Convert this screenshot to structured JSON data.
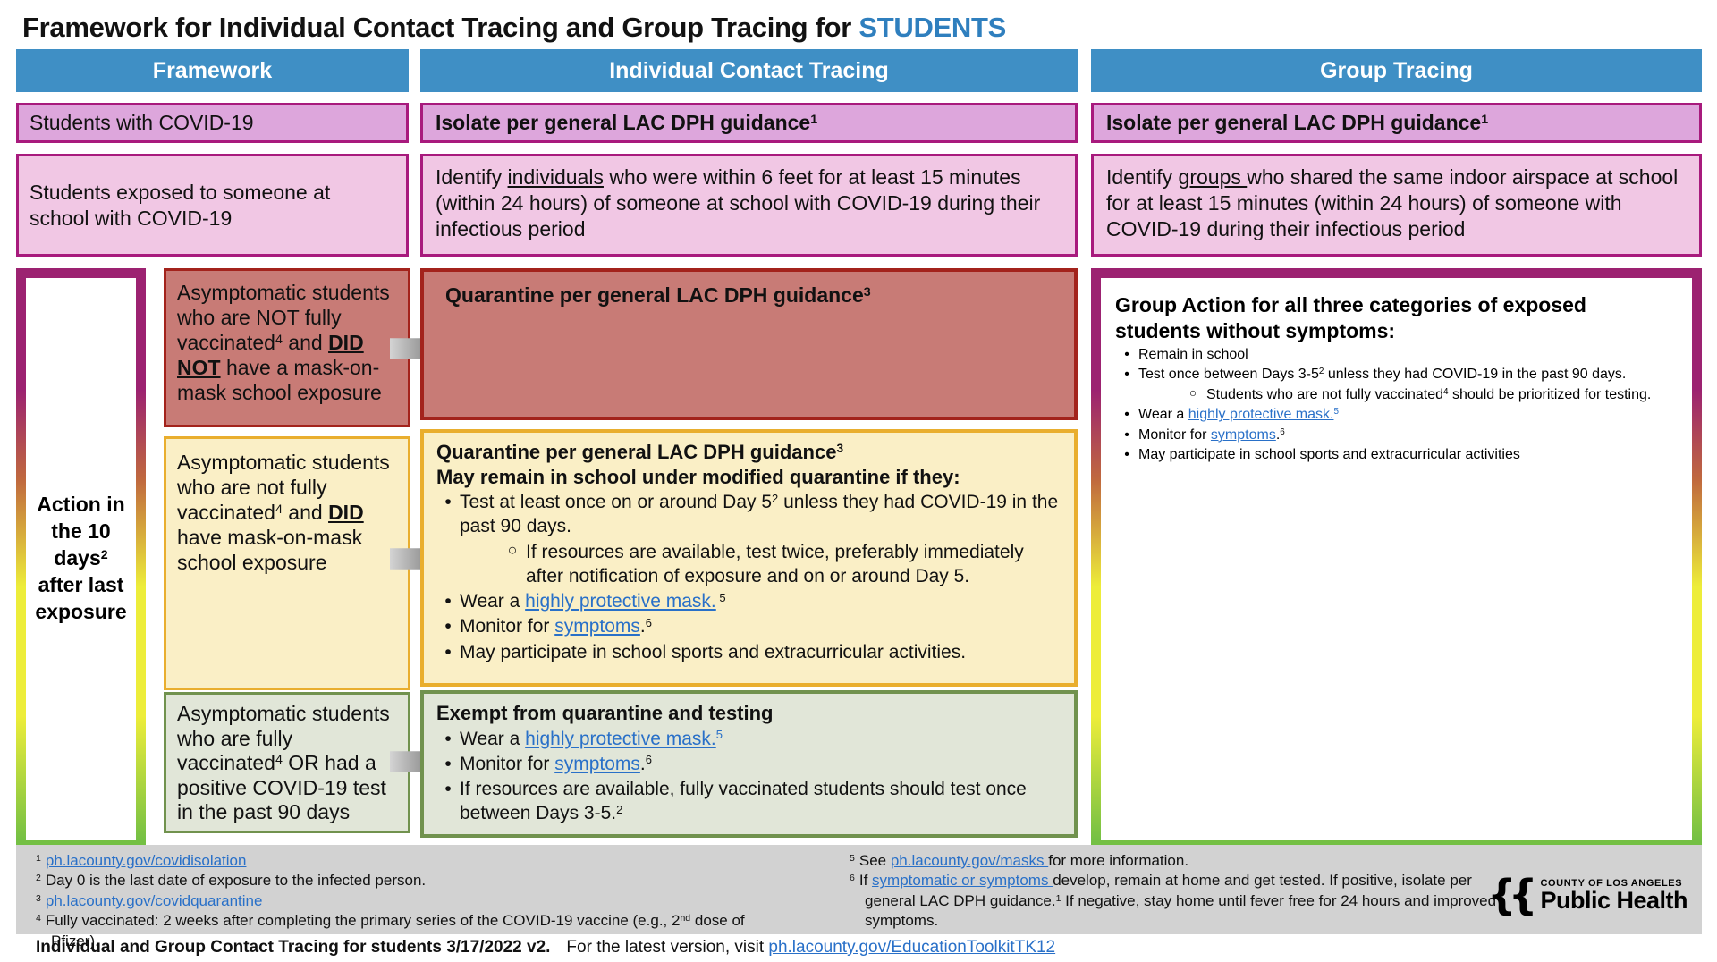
{
  "colors": {
    "header_blue": "#3F8FC5",
    "title_highlight_blue": "#2F7FBE",
    "magenta_border": "#A81A7D",
    "purple_fill": "#DDA6DC",
    "pink_fill": "#F1C7E4",
    "red_border": "#A3231C",
    "red_fill": "#C87B76",
    "yellow_border": "#E9AE2E",
    "yellow_fill": "#FAEFC6",
    "green_border": "#71924E",
    "green_fill": "#E1E6D8",
    "link_blue": "#2970C8",
    "footer_gray": "#D2D2D2",
    "gradient_frame": [
      "#9C2271",
      "#C0693E",
      "#EDED3A",
      "#74C044"
    ]
  },
  "title": {
    "prefix": "Framework for Individual Contact Tracing and Group Tracing for ",
    "highlight": "STUDENTS"
  },
  "headers": {
    "framework": "Framework",
    "individual": "Individual Contact Tracing",
    "group": "Group Tracing"
  },
  "isolate_row": {
    "framework": "Students with COVID-19",
    "individual": [
      {
        "t": "Isolate per general LAC DPH guidance",
        "s": "b"
      },
      {
        "t": "1",
        "s": "bsup"
      }
    ],
    "group": [
      {
        "t": "Isolate per general LAC DPH guidance",
        "s": "b"
      },
      {
        "t": "1",
        "s": "bsup"
      }
    ]
  },
  "exposed_row": {
    "framework": "Students exposed to someone at school with COVID-19",
    "individual": [
      {
        "t": "Identify ",
        "s": ""
      },
      {
        "t": "individuals",
        "s": "u"
      },
      {
        "t": " who were within 6 feet for at least 15 minutes (within 24 hours) of someone at school with COVID-19 during their infectious period",
        "s": ""
      }
    ],
    "group": [
      {
        "t": "Identify ",
        "s": ""
      },
      {
        "t": "groups ",
        "s": "u"
      },
      {
        "t": "who shared the same indoor airspace at school for at least 15 minutes (within 24 hours) of someone with COVID-19 during their infectious period",
        "s": ""
      }
    ]
  },
  "action_label": [
    {
      "t": "Action in the 10 days",
      "s": "b"
    },
    {
      "t": "2",
      "s": "bsup"
    },
    {
      "t": " after last exposure",
      "s": "b"
    }
  ],
  "categories": {
    "red": [
      {
        "t": "Asymptomatic students who are NOT fully vaccinated",
        "s": ""
      },
      {
        "t": "4",
        "s": "sup"
      },
      {
        "t": " and ",
        "s": ""
      },
      {
        "t": "DID NOT",
        "s": "bu"
      },
      {
        "t": " have a mask-on-mask school exposure",
        "s": ""
      }
    ],
    "yellow": [
      {
        "t": "Asymptomatic students who are not fully vaccinated",
        "s": ""
      },
      {
        "t": "4",
        "s": "sup"
      },
      {
        "t": " and ",
        "s": ""
      },
      {
        "t": "DID",
        "s": "bu"
      },
      {
        "t": " have mask-on-mask school exposure",
        "s": ""
      }
    ],
    "green": [
      {
        "t": "Asymptomatic students who are fully vaccinated",
        "s": ""
      },
      {
        "t": "4",
        "s": "sup"
      },
      {
        "t": " OR had a positive COVID-19 test in the past 90 days",
        "s": ""
      }
    ]
  },
  "actions": {
    "red_title": [
      {
        "t": "Quarantine per general LAC DPH guidance",
        "s": "b"
      },
      {
        "t": "3",
        "s": "bsup"
      }
    ],
    "yellow_title": [
      {
        "t": "Quarantine per general LAC DPH guidance",
        "s": "b"
      },
      {
        "t": "3",
        "s": "bsup"
      }
    ],
    "yellow_subtitle": [
      {
        "t": "May remain in school under modified quarantine if they:",
        "s": "b"
      }
    ],
    "yellow_bullets": [
      {
        "level": 1,
        "runs": [
          {
            "t": "Test at least once on or around Day 5",
            "s": ""
          },
          {
            "t": "2",
            "s": "sup"
          },
          {
            "t": " unless they had COVID-19 in the past 90 days.",
            "s": ""
          }
        ]
      },
      {
        "level": 2,
        "runs": [
          {
            "t": "If resources are available, test twice, preferably immediately after notification of exposure and on or around Day 5.",
            "s": ""
          }
        ]
      },
      {
        "level": 1,
        "runs": [
          {
            "t": "Wear a ",
            "s": ""
          },
          {
            "t": "highly protective mask.",
            "s": "a"
          },
          {
            "t": " 5",
            "s": "sup"
          }
        ]
      },
      {
        "level": 1,
        "runs": [
          {
            "t": "Monitor for ",
            "s": ""
          },
          {
            "t": "symptoms",
            "s": "a"
          },
          {
            "t": ".",
            "s": ""
          },
          {
            "t": "6",
            "s": "sup"
          }
        ]
      },
      {
        "level": 1,
        "runs": [
          {
            "t": "May participate in school sports and extracurricular activities.",
            "s": ""
          }
        ]
      }
    ],
    "green_title": [
      {
        "t": "Exempt from quarantine and testing",
        "s": "b"
      }
    ],
    "green_bullets": [
      {
        "level": 1,
        "runs": [
          {
            "t": "Wear a ",
            "s": ""
          },
          {
            "t": "highly protective mask.",
            "s": "a"
          },
          {
            "t": "5",
            "s": "asup"
          }
        ]
      },
      {
        "level": 1,
        "runs": [
          {
            "t": "Monitor for ",
            "s": ""
          },
          {
            "t": "symptoms",
            "s": "a"
          },
          {
            "t": ".",
            "s": ""
          },
          {
            "t": "6",
            "s": "sup"
          }
        ]
      },
      {
        "level": 1,
        "runs": [
          {
            "t": "If resources are available, fully vaccinated students should test once between Days 3-5.",
            "s": ""
          },
          {
            "t": "2",
            "s": "sup"
          }
        ]
      }
    ]
  },
  "group_action": {
    "title": [
      {
        "t": "Group Action for all three categories of exposed students without symptoms:",
        "s": "b"
      }
    ],
    "bullets": [
      {
        "level": 1,
        "runs": [
          {
            "t": "Remain in school",
            "s": ""
          }
        ]
      },
      {
        "level": 1,
        "runs": [
          {
            "t": "Test once between Days 3-5",
            "s": ""
          },
          {
            "t": "2",
            "s": "sup"
          },
          {
            "t": " unless they had COVID-19 in the past 90 days.",
            "s": ""
          }
        ]
      },
      {
        "level": 2,
        "runs": [
          {
            "t": "Students who are not fully vaccinated",
            "s": ""
          },
          {
            "t": "4",
            "s": "sup"
          },
          {
            "t": " should be prioritized for testing.",
            "s": ""
          }
        ]
      },
      {
        "level": 1,
        "runs": [
          {
            "t": "Wear a ",
            "s": ""
          },
          {
            "t": "highly protective mask.",
            "s": "a"
          },
          {
            "t": "5",
            "s": "asup"
          }
        ]
      },
      {
        "level": 1,
        "runs": [
          {
            "t": "Monitor for ",
            "s": ""
          },
          {
            "t": "symptoms",
            "s": "a"
          },
          {
            "t": ".",
            "s": ""
          },
          {
            "t": "6",
            "s": "sup"
          }
        ]
      },
      {
        "level": 1,
        "runs": [
          {
            "t": "May participate in school sports and extracurricular activities",
            "s": ""
          }
        ]
      }
    ]
  },
  "footnotes": {
    "left": [
      {
        "marker": "1",
        "runs": [
          {
            "t": "ph.lacounty.gov/covidisolation",
            "s": "a"
          }
        ]
      },
      {
        "marker": "2",
        "runs": [
          {
            "t": "Day 0 is the last date of exposure to the infected person.",
            "s": ""
          }
        ]
      },
      {
        "marker": "3",
        "runs": [
          {
            "t": "ph.lacounty.gov/covidquarantine",
            "s": "a"
          }
        ]
      },
      {
        "marker": "4",
        "runs": [
          {
            "t": "Fully vaccinated: 2 weeks after completing the primary series of the COVID-19 vaccine (e.g., 2",
            "s": ""
          },
          {
            "t": "nd",
            "s": "sup"
          },
          {
            "t": " dose of Pfizer).",
            "s": ""
          }
        ]
      }
    ],
    "right": [
      {
        "marker": "5",
        "runs": [
          {
            "t": "See ",
            "s": ""
          },
          {
            "t": "ph.lacounty.gov/masks ",
            "s": "a"
          },
          {
            "t": "for more information.",
            "s": ""
          }
        ]
      },
      {
        "marker": "6",
        "runs": [
          {
            "t": "If ",
            "s": ""
          },
          {
            "t": "symptomatic or symptoms ",
            "s": "a"
          },
          {
            "t": "develop, remain at home and get tested. If positive, isolate per general LAC DPH  guidance.",
            "s": ""
          },
          {
            "t": "1",
            "s": "sup"
          },
          {
            "t": " If negative, stay home until fever free for 24 hours and improved symptoms.",
            "s": ""
          }
        ]
      }
    ]
  },
  "footer": {
    "version_bold": "Individual and Group Contact Tracing for students 3/17/2022 v2.",
    "version_rest": "For the latest version, visit ",
    "version_link": "ph.lacounty.gov/EducationToolkitTK12"
  },
  "logo": {
    "faces_glyph": "{{",
    "line1": "COUNTY OF LOS ANGELES",
    "line2": "Public Health"
  }
}
